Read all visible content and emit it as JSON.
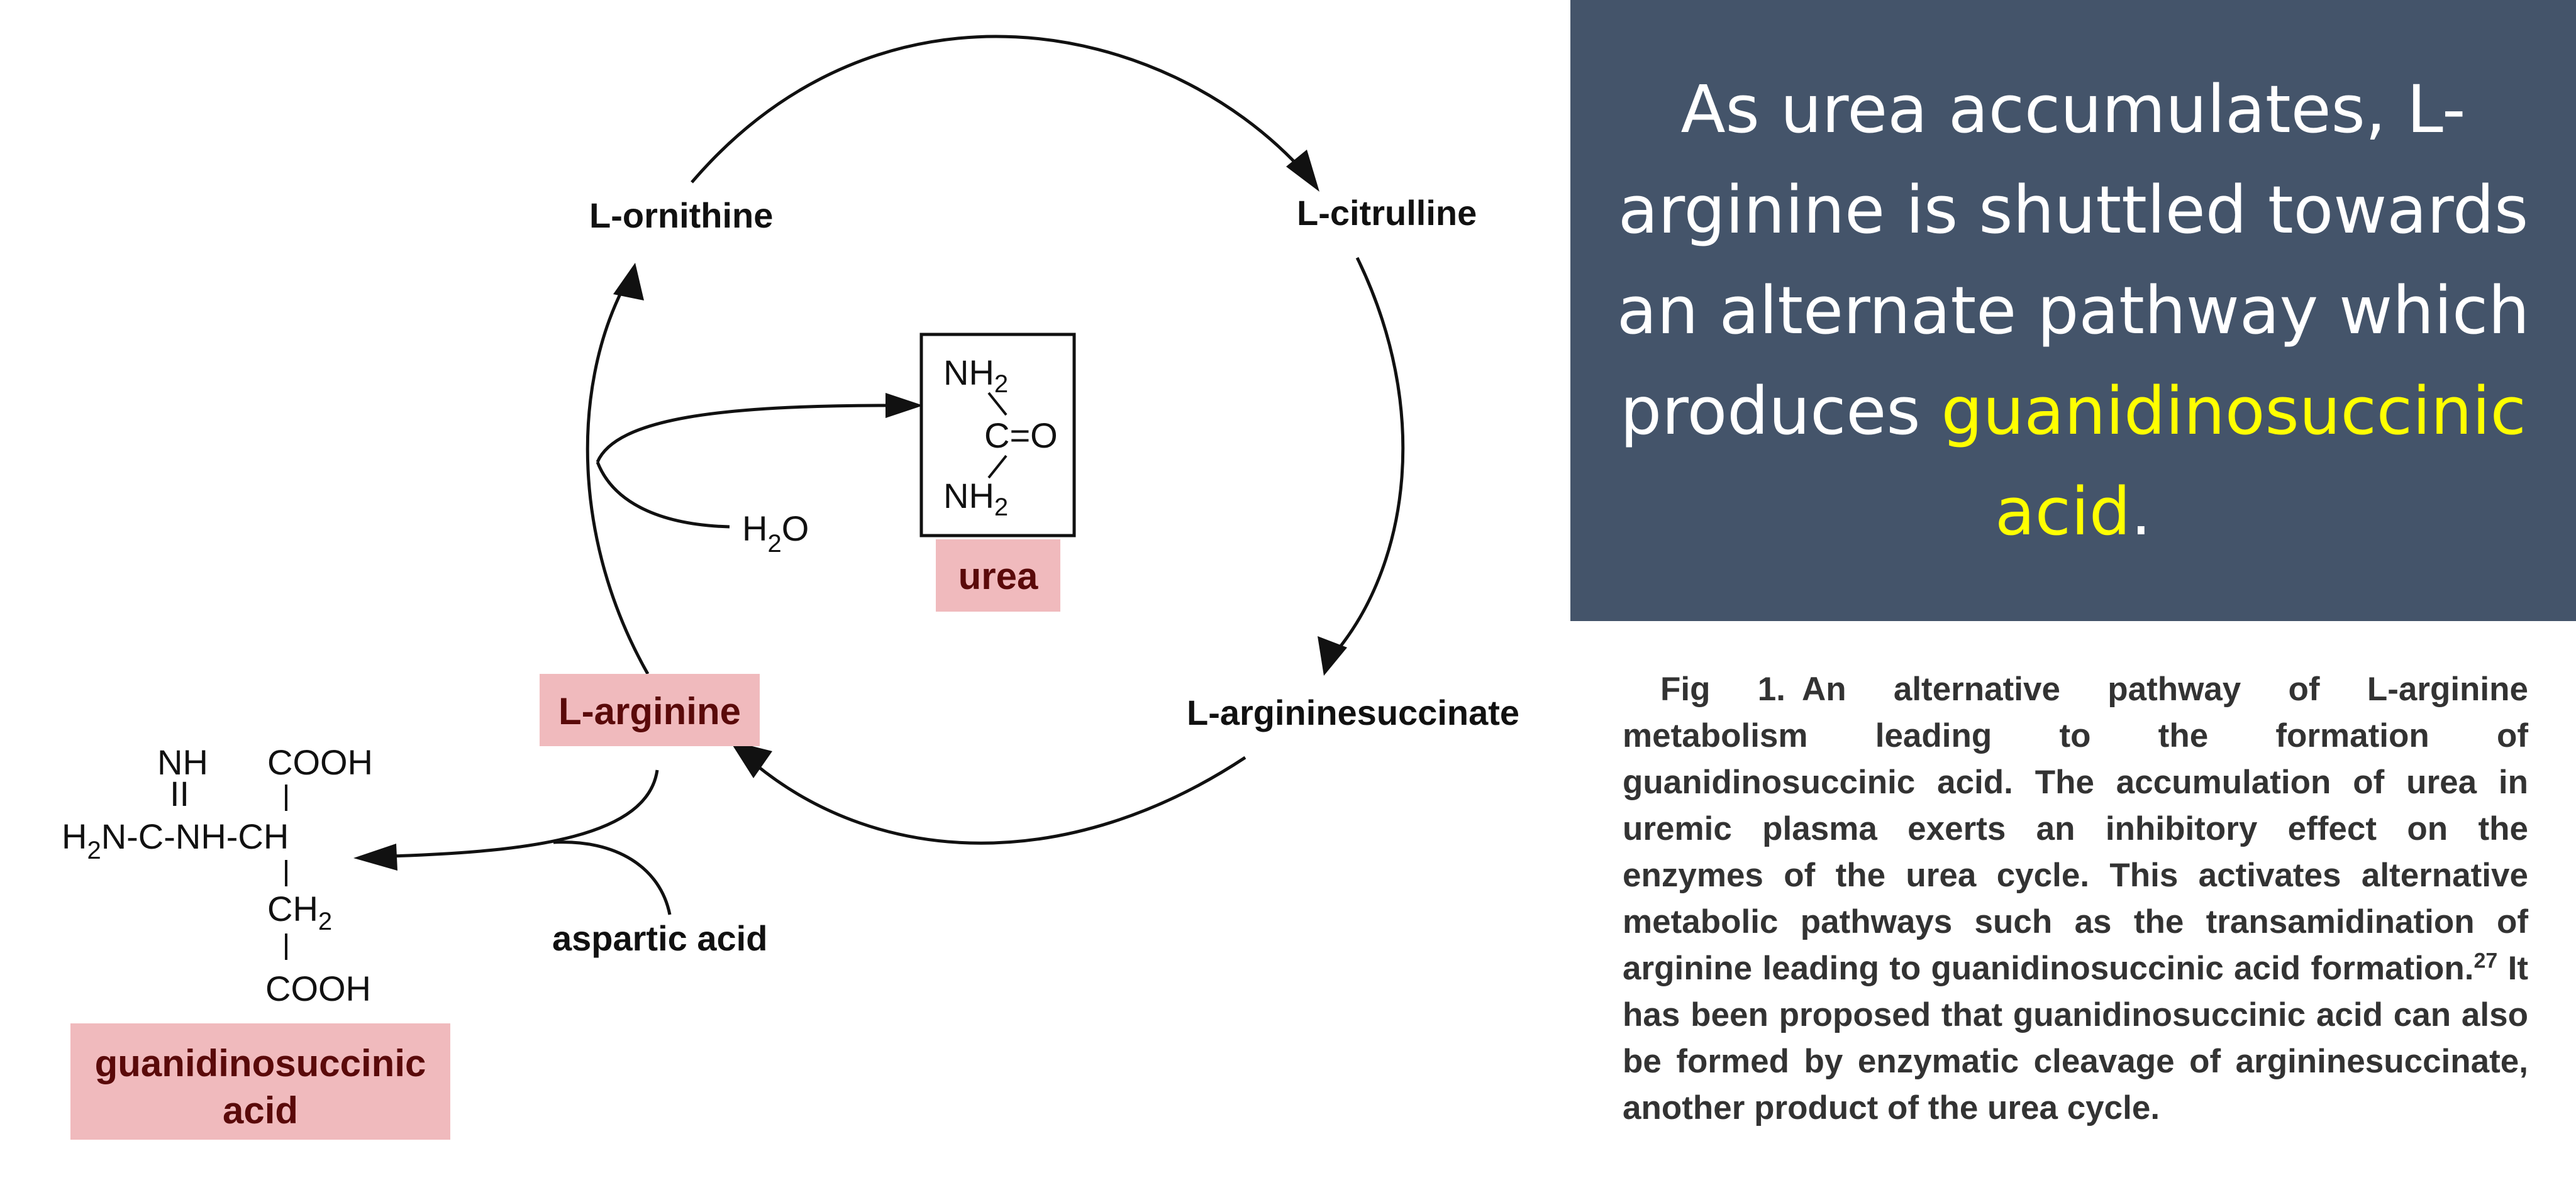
{
  "diagram": {
    "cycle_labels": {
      "ornithine": "L-ornithine",
      "citrulline": "L-citrulline",
      "argininosuccinate": "L-argininesuccinate",
      "arginine": "L-arginine"
    },
    "water": {
      "main": "H",
      "sub": "2",
      "tail": "O"
    },
    "urea": {
      "label": "urea",
      "nh2_top": "NH",
      "nh2_top_sub": "2",
      "carbonyl": "C=O",
      "nh2_bottom": "NH",
      "nh2_bottom_sub": "2"
    },
    "aspartic_acid": "aspartic acid",
    "gsa_structure": {
      "nh": "NH",
      "double_bond": "II",
      "cooh_top": "COOH",
      "h2n_h": "H",
      "h2n_sub": "2",
      "backbone": "N-C-NH-CH",
      "ch2_main": "CH",
      "ch2_sub": "2",
      "cooh_bottom": "COOH"
    },
    "gsa_label_line1": "guanidinosuccinic",
    "gsa_label_line2": "acid"
  },
  "callout": {
    "text_main": "As urea accumulates, L-arginine is shuttled towards an alternate pathway  which produces ",
    "text_highlight": "guanidinosuccinic acid",
    "text_end": ".",
    "highlight_color": "#ffff00",
    "background_color": "#44546a"
  },
  "caption": {
    "fig_label": "Fig 1.",
    "text_before_ref": "An alternative pathway of L-arginine metabolism leading to the formation of guanidinosuccinic acid. The accumulation of urea in uremic plasma exerts an inhibitory effect on the enzymes of the urea cycle. This activates alternative metabolic pathways such as the transamidination of arginine leading to guanidinosuccinic acid formation.",
    "ref": "27",
    "text_after_ref": " It has been proposed that guanidinosuccinic acid can also be formed by enzymatic cleavage of argininesuccinate, another product of the urea cycle."
  }
}
